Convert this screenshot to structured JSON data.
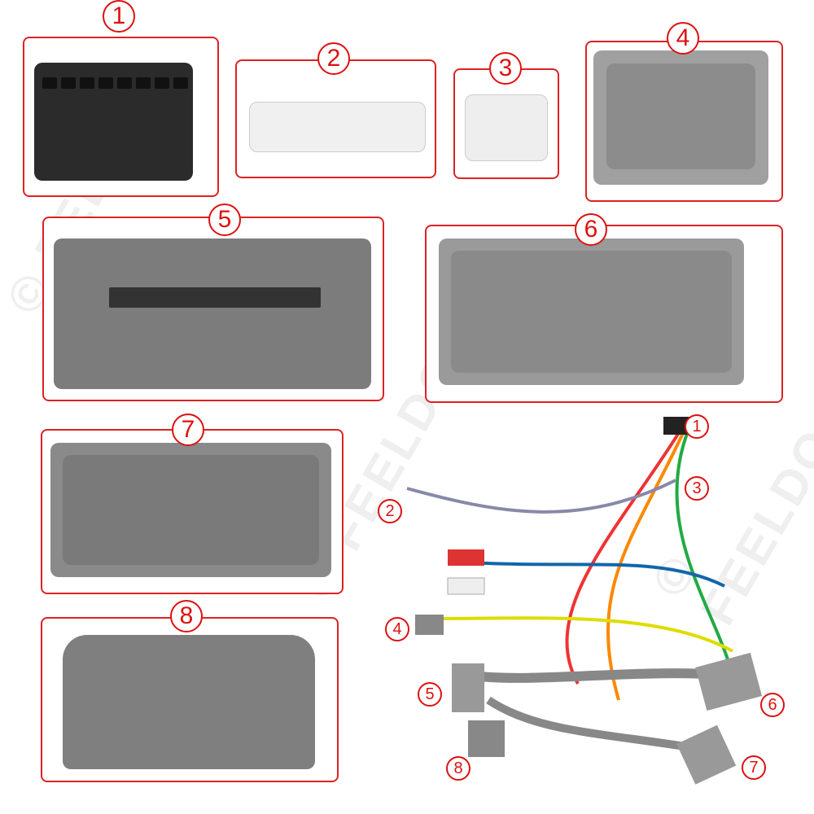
{
  "watermark": "© FEELDO",
  "labels": [
    "1",
    "2",
    "3",
    "4",
    "5",
    "6",
    "7",
    "8"
  ],
  "colors": {
    "accent": "#d11",
    "connector_gray": "#8a8a8a",
    "connector_black": "#2a2a2a",
    "connector_white": "#f2f2f2"
  }
}
